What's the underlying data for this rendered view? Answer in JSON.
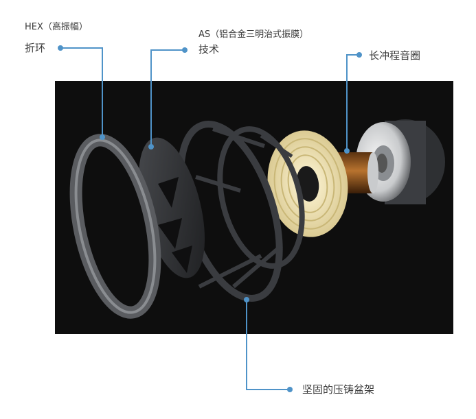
{
  "labels": {
    "surround_line1": "HEX（高振幅）",
    "surround_line2": "折环",
    "diaphragm_line1": "AS（铝合金三明治式振膜）",
    "diaphragm_line2": "技术",
    "voice_coil": "长冲程音圈",
    "basket": "坚固的压铸盆架"
  },
  "colors": {
    "leader": "#4f93c8",
    "background": "#0e0e0e",
    "spider": "#e6d9a8",
    "coil": "#a0622a"
  }
}
